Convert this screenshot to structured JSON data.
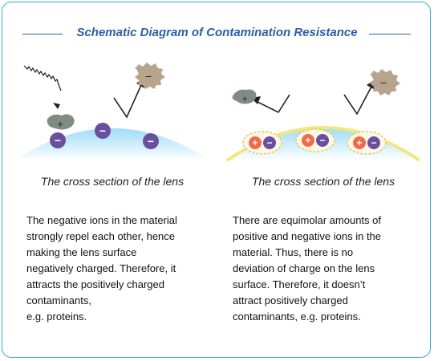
{
  "title": "Schematic Diagram of  Contamination Resistance",
  "left_panel": {
    "caption": "The cross section of the lens",
    "description_lines": [
      "The negative ions in the material",
      "strongly repel each other, hence",
      "making the lens surface",
      "negatively charged. Therefore, it",
      "attracts the positively charged",
      "contaminants,",
      "e.g. proteins."
    ]
  },
  "right_panel": {
    "caption": "The cross section of the lens",
    "description_lines": [
      "There are equimolar amounts of",
      "positive and negative ions in the",
      "material. Thus, there is no",
      "deviation of charge on the lens",
      "surface. Therefore, it doesn’t",
      "attract positively charged",
      "contaminants, e.g. proteins."
    ]
  },
  "symbols": {
    "plus": "+",
    "minus": "−"
  },
  "colors": {
    "accent": "#2a5fa8",
    "frame": "#3aa6d8",
    "lens_blue": "#8fd3f3",
    "lens_rim": "#f3e67a",
    "negative_ion": "#6a4fa0",
    "positive_ion": "#f26a4a",
    "protein_gray": "#7f8c86",
    "contaminant_tan": "#b8a48c"
  }
}
